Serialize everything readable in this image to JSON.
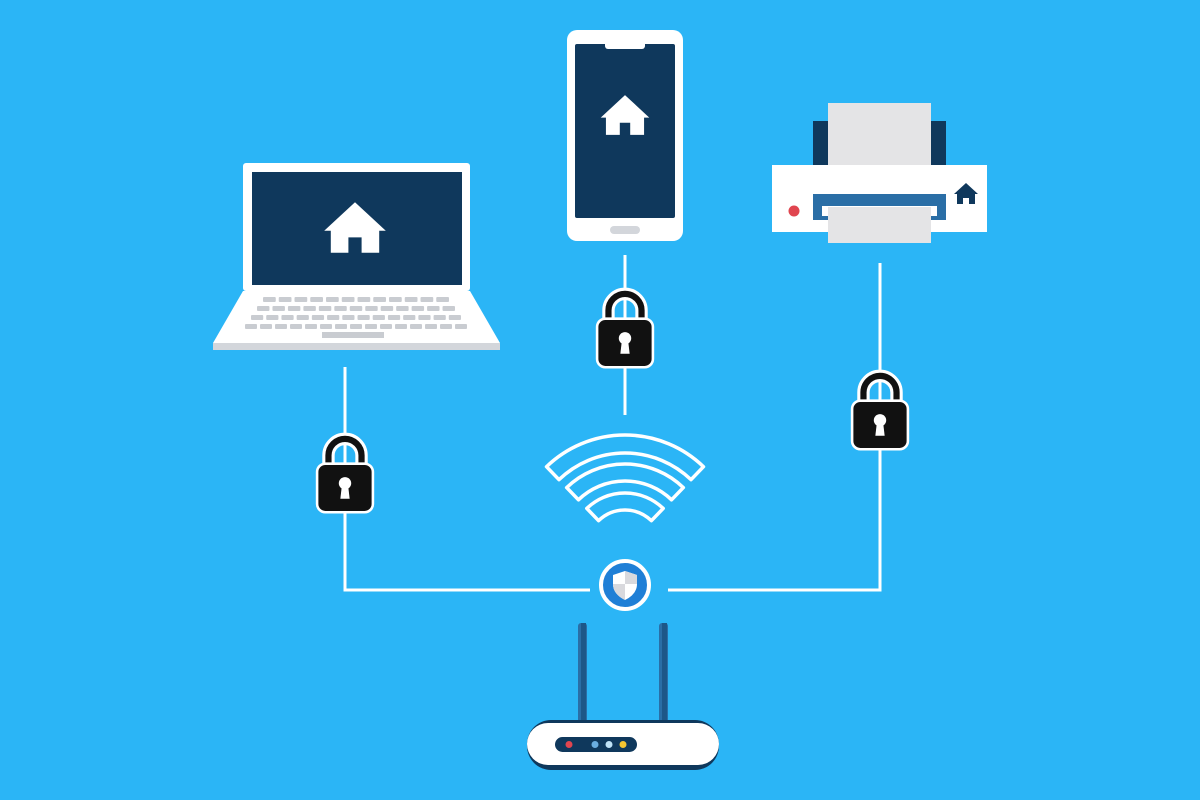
{
  "colors": {
    "background": "#2bb5f6",
    "navy": "#0f385c",
    "white": "#ffffff",
    "light_grey": "#e4e4e6",
    "key_grey": "#c9ccd1",
    "lock": "#111111",
    "shield_circle": "#1f7fd6",
    "antenna": "#2a6ea6",
    "led_red": "#e0454f",
    "led_blue": "#6aaee0",
    "led_light_blue": "#bfe3f7",
    "led_yellow": "#f4c531"
  },
  "nodes": [
    {
      "name": "laptop",
      "icon": "home-icon"
    },
    {
      "name": "smartphone",
      "icon": "home-icon"
    },
    {
      "name": "printer",
      "icon": "home-icon"
    },
    {
      "name": "router",
      "icon": "shield-icon"
    }
  ],
  "connections": [
    {
      "from": "laptop",
      "to": "router",
      "secured": true
    },
    {
      "from": "smartphone",
      "to": "router",
      "secured": true
    },
    {
      "from": "printer",
      "to": "router",
      "secured": true
    }
  ]
}
